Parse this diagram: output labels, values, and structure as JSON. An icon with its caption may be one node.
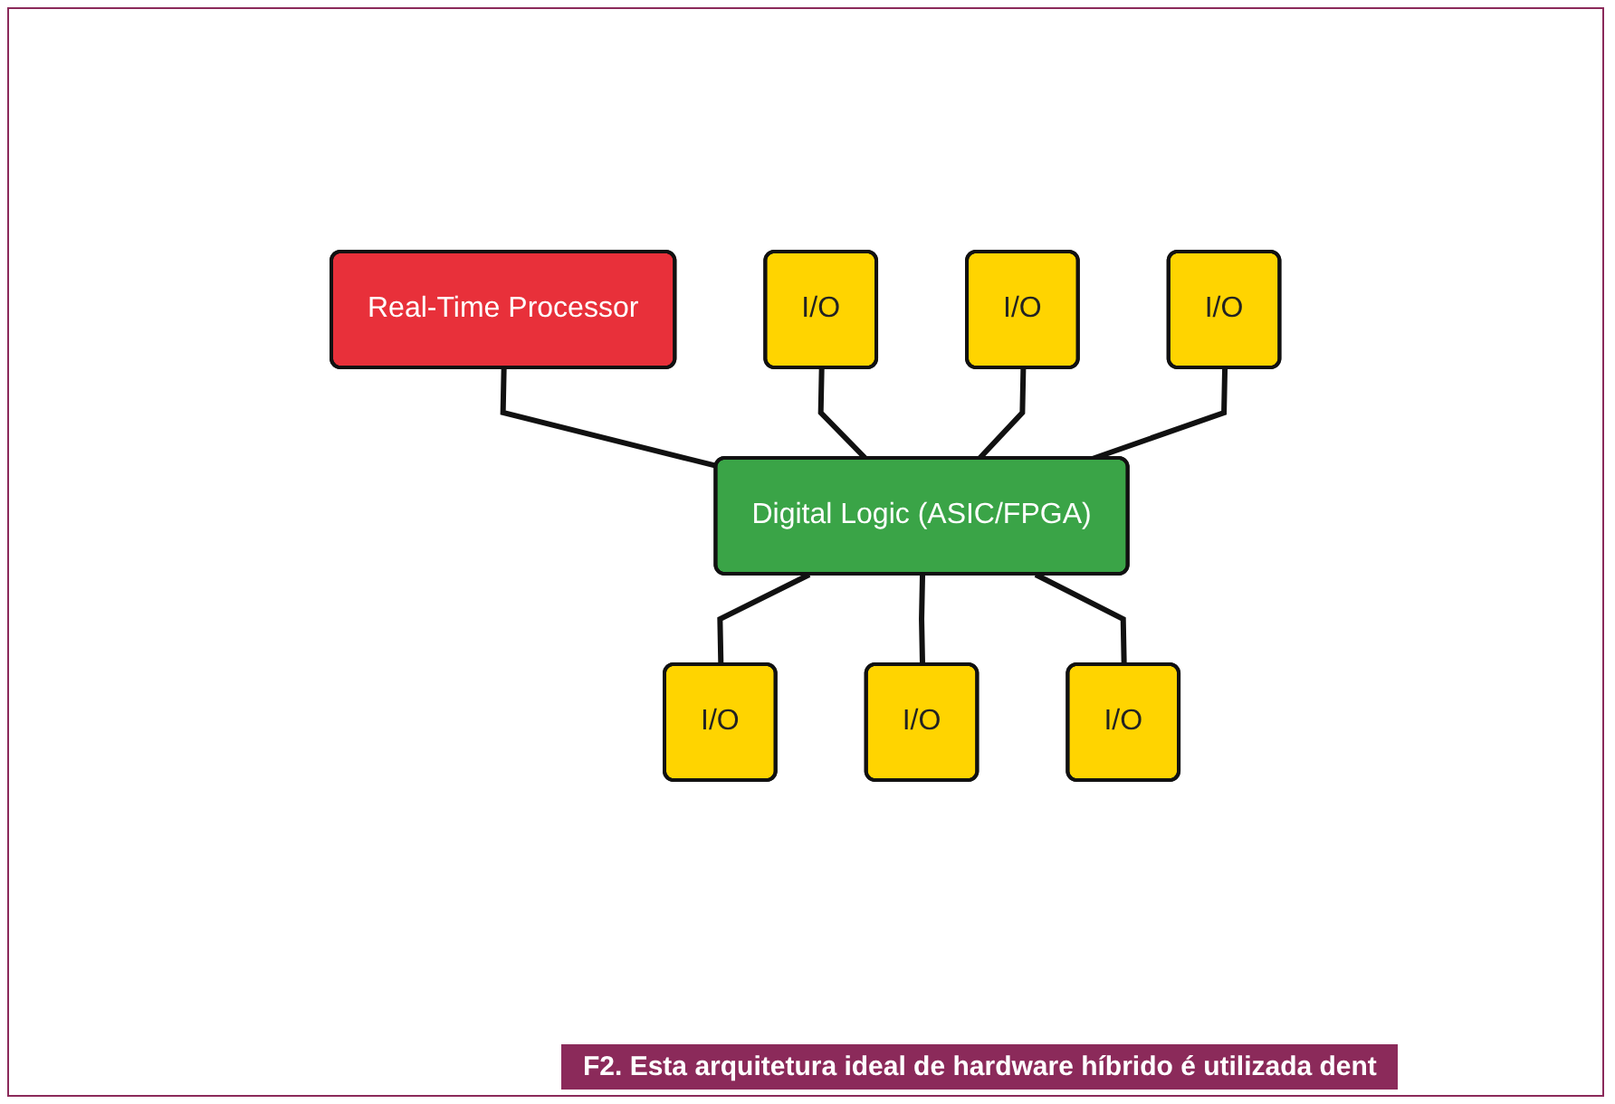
{
  "diagram": {
    "caption": "F2. Esta arquitetura ideal de hardware híbrido é utilizada dent",
    "nodes": [
      {
        "text": [
          "Real-Time Processor"
        ]
      },
      {
        "text": [
          "Digital Logic (ASIC/FPGA)"
        ]
      },
      {
        "text": [
          "I/O"
        ]
      },
      {
        "text": [
          "I/O"
        ]
      },
      {
        "text": [
          "I/O"
        ]
      },
      {
        "text": [
          "I/O"
        ]
      },
      {
        "text": [
          "I/O"
        ]
      },
      {
        "text": [
          "I/O"
        ]
      }
    ],
    "edges": [
      {
        "from": 0,
        "to": 1,
        "arrow": "none"
      },
      {
        "from": 2,
        "to": 1,
        "arrow": "none"
      },
      {
        "from": 3,
        "to": 1,
        "arrow": "none"
      },
      {
        "from": 4,
        "to": 1,
        "arrow": "none"
      },
      {
        "from": 1,
        "to": 5,
        "arrow": "none"
      },
      {
        "from": 1,
        "to": 6,
        "arrow": "none"
      },
      {
        "from": 1,
        "to": 7,
        "arrow": "none"
      }
    ]
  }
}
